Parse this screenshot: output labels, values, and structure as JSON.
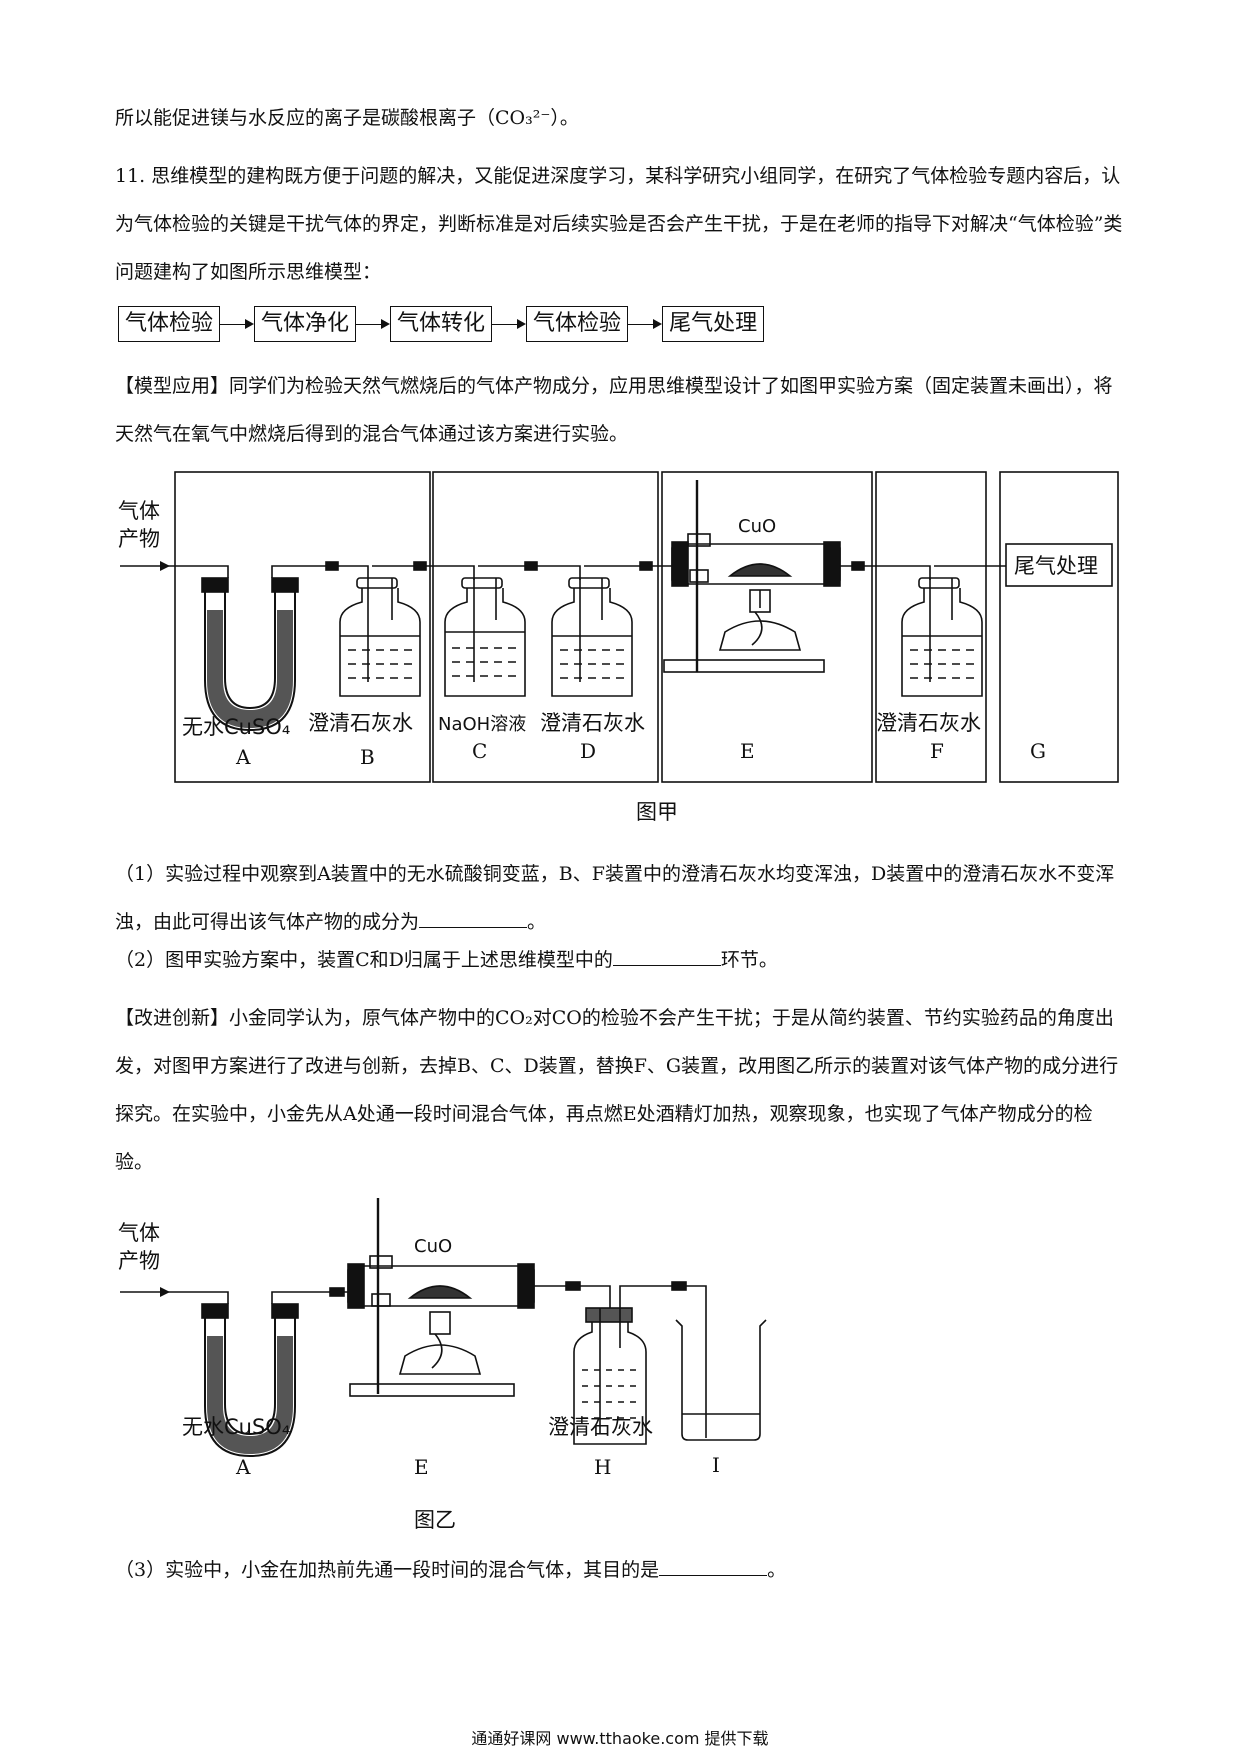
{
  "intro_line": "所以能促进镁与水反应的离子是碳酸根离子（CO₃²⁻）。",
  "q11": {
    "text": "11. 思维模型的建构既方便于问题的解决，又能促进深度学习，某科学研究小组同学，在研究了气体检验专题内容后，认为气体检验的关键是干扰气体的界定，判断标准是对后续实验是否会产生干扰，于是在老师的指导下对解决“气体检验”类问题建构了如图所示思维模型："
  },
  "flow": [
    "气体检验",
    "气体净化",
    "气体转化",
    "气体检验",
    "尾气处理"
  ],
  "model_application": "【模型应用】同学们为检验天然气燃烧后的气体产物成分，应用思维模型设计了如图甲实验方案（固定装置未画出），将天然气在氧气中燃烧后得到的混合气体通过该方案进行实验。",
  "fig1": {
    "inlet_line1": "气体",
    "inlet_line2": "产物",
    "cuo": "CuO",
    "tail": "尾气处理",
    "labels": {
      "A": "无水CuSO₄",
      "B": "澄清石灰水",
      "C": "NaOH溶液",
      "D": "澄清石灰水",
      "F": "澄清石灰水"
    },
    "letters": [
      "A",
      "B",
      "C",
      "D",
      "E",
      "F",
      "G"
    ],
    "caption": "图甲"
  },
  "q1": {
    "before": "（1）实验过程中观察到A装置中的无水硫酸铜变蓝，B、F装置中的澄清石灰水均变浑浊，D装置中的澄清石灰水不变浑浊，由此可得出该气体产物的成分为",
    "after": "。"
  },
  "q2": {
    "before": "（2）图甲实验方案中，装置C和D归属于上述思维模型中的",
    "after": "环节。"
  },
  "improvement": "【改进创新】小金同学认为，原气体产物中的CO₂对CO的检验不会产生干扰；于是从简约装置、节约实验药品的角度出发，对图甲方案进行了改进与创新，去掉B、C、D装置，替换F、G装置，改用图乙所示的装置对该气体产物的成分进行探究。在实验中，小金先从A处通一段时间混合气体，再点燃E处酒精灯加热，观察现象，也实现了气体产物成分的检验。",
  "fig2": {
    "inlet_line1": "气体",
    "inlet_line2": "产物",
    "cuo": "CuO",
    "labels": {
      "A": "无水CuSO₄",
      "H": "澄清石灰水"
    },
    "letters": [
      "A",
      "E",
      "H",
      "I"
    ],
    "caption": "图乙"
  },
  "q3": {
    "before": "（3）实验中，小金在加热前先通一段时间的混合气体，其目的是",
    "after": "。"
  },
  "footer": "通通好课网  www.tthaoke.com  提供下载"
}
